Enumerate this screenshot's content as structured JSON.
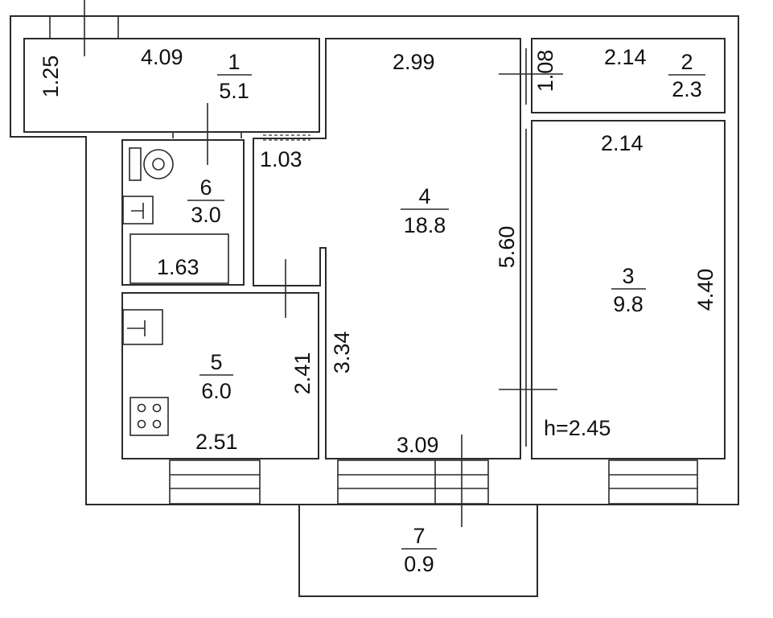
{
  "plan": {
    "ceiling_height": "h=2.45",
    "rooms": [
      {
        "id": "room-1",
        "number": "1",
        "area": "5.1"
      },
      {
        "id": "room-2",
        "number": "2",
        "area": "2.3"
      },
      {
        "id": "room-3",
        "number": "3",
        "area": "9.8"
      },
      {
        "id": "room-4",
        "number": "4",
        "area": "18.8"
      },
      {
        "id": "room-5",
        "number": "5",
        "area": "6.0"
      },
      {
        "id": "room-6",
        "number": "6",
        "area": "3.0"
      },
      {
        "id": "room-7",
        "number": "7",
        "area": "0.9"
      }
    ],
    "dimensions": {
      "room1_length": "4.09",
      "room1_width": "1.25",
      "room2_length": "2.14",
      "room2_width": "1.08",
      "room3_length": "2.14",
      "room3_width": "4.40",
      "room4_top": "2.99",
      "room4_bottom": "3.09",
      "room4_height": "5.60",
      "room4_left": "3.34",
      "corridor_width": "1.03",
      "bath_length": "1.63",
      "room5_length": "2.51",
      "room5_height": "2.41"
    },
    "icons": {
      "toilet": "toilet-icon",
      "bath_sink": "sink-icon",
      "kitchen_sink": "sink-icon",
      "stove": "stove-icon"
    },
    "line_color": "#2a2a2a"
  }
}
